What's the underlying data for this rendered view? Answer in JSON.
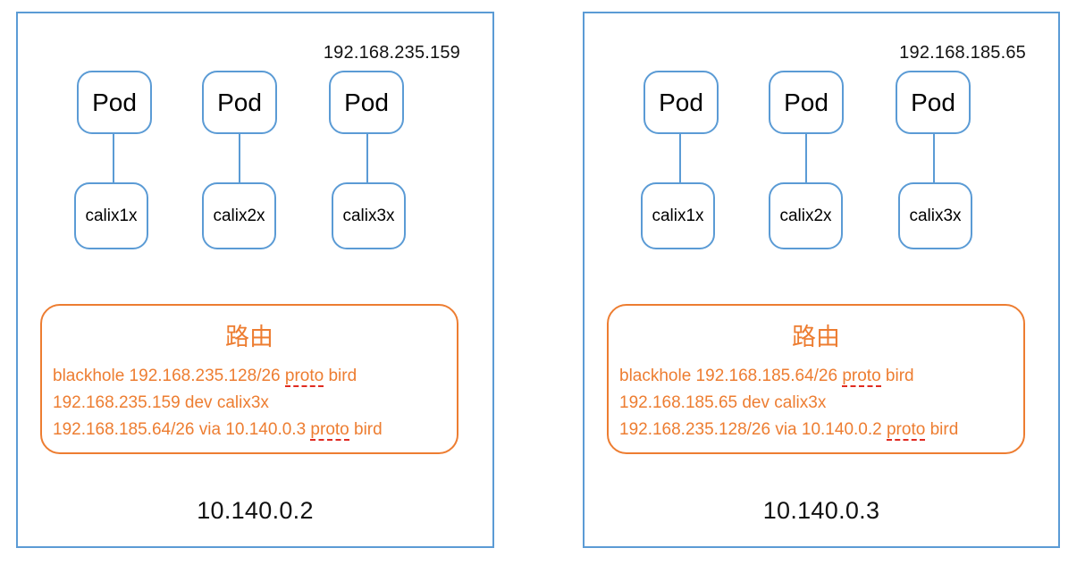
{
  "diagram": {
    "colors": {
      "node_border": "#5b9bd5",
      "route_accent": "#ed7d31",
      "text": "#111111",
      "spellcheck_underline": "#e02a20"
    },
    "nodes": [
      {
        "node_ip": "10.140.0.2",
        "pod_ip_label": "192.168.235.159",
        "pods": [
          {
            "label": "Pod",
            "interface": "calix1x"
          },
          {
            "label": "Pod",
            "interface": "calix2x"
          },
          {
            "label": "Pod",
            "interface": "calix3x"
          }
        ],
        "route_table": {
          "title": "路由",
          "routes": [
            [
              {
                "text": "blackhole 192.168.235.128/26 "
              },
              {
                "text": "proto",
                "spellcheck": true
              },
              {
                "text": " bird"
              }
            ],
            [
              {
                "text": "192.168.235.159 dev calix3x"
              }
            ],
            [
              {
                "text": "192.168.185.64/26 via 10.140.0.3 "
              },
              {
                "text": "proto",
                "spellcheck": true
              },
              {
                "text": " bird"
              }
            ]
          ]
        }
      },
      {
        "node_ip": "10.140.0.3",
        "pod_ip_label": "192.168.185.65",
        "pods": [
          {
            "label": "Pod",
            "interface": "calix1x"
          },
          {
            "label": "Pod",
            "interface": "calix2x"
          },
          {
            "label": "Pod",
            "interface": "calix3x"
          }
        ],
        "route_table": {
          "title": "路由",
          "routes": [
            [
              {
                "text": "blackhole 192.168.185.64/26 "
              },
              {
                "text": "proto",
                "spellcheck": true
              },
              {
                "text": " bird"
              }
            ],
            [
              {
                "text": "192.168.185.65 dev calix3x"
              }
            ],
            [
              {
                "text": "192.168.235.128/26 via 10.140.0.2 "
              },
              {
                "text": "proto",
                "spellcheck": true
              },
              {
                "text": " bird"
              }
            ]
          ]
        }
      }
    ]
  }
}
